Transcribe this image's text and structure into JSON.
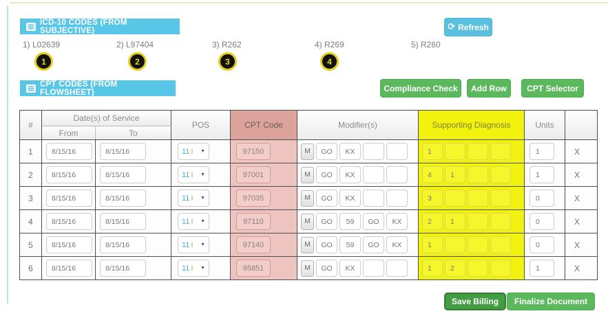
{
  "icd": {
    "header": "ICD-10 CODES (FROM SUBJECTIVE)",
    "refresh_label": "Refresh",
    "codes": [
      {
        "label": "1) L02639",
        "badge": "1"
      },
      {
        "label": "2) L97404",
        "badge": "2"
      },
      {
        "label": "3) R262",
        "badge": "3"
      },
      {
        "label": "4) R269",
        "badge": "4"
      },
      {
        "label": "5) R260",
        "badge": ""
      }
    ]
  },
  "cpt": {
    "header": "CPT CODES (FROM FLOWSHEET)",
    "compliance_label": "Compliance Check",
    "add_row_label": "Add Row",
    "selector_label": "CPT Selector"
  },
  "table": {
    "headers": {
      "num": "#",
      "dos": "Date(s) of Service",
      "from": "From",
      "to": "To",
      "pos": "POS",
      "cpt": "CPT Code",
      "modifiers": "Modifier(s)",
      "diagnosis": "Supporting Diagnosis",
      "units": "Units"
    },
    "m_button": "M",
    "rows": [
      {
        "num": "1",
        "from": "8/15/16",
        "to": "8/15/16",
        "pos": "11",
        "cpt": "97150",
        "modifiers": [
          "GO",
          "KX",
          "",
          ""
        ],
        "diagnosis": [
          "1",
          "",
          "",
          ""
        ],
        "units": "1",
        "delete": "X"
      },
      {
        "num": "2",
        "from": "8/15/16",
        "to": "8/15/16",
        "pos": "11",
        "cpt": "97001",
        "modifiers": [
          "GO",
          "KX",
          "",
          ""
        ],
        "diagnosis": [
          "4",
          "1",
          "",
          ""
        ],
        "units": "1",
        "delete": "X"
      },
      {
        "num": "3",
        "from": "8/15/16",
        "to": "8/15/16",
        "pos": "11",
        "cpt": "97035",
        "modifiers": [
          "GO",
          "KX",
          "",
          ""
        ],
        "diagnosis": [
          "3",
          "",
          "",
          ""
        ],
        "units": "0",
        "delete": "X"
      },
      {
        "num": "4",
        "from": "8/15/16",
        "to": "8/15/16",
        "pos": "11",
        "cpt": "97110",
        "modifiers": [
          "GO",
          "59",
          "GO",
          "KX"
        ],
        "diagnosis": [
          "2",
          "1",
          "",
          ""
        ],
        "units": "0",
        "delete": "X"
      },
      {
        "num": "5",
        "from": "8/15/16",
        "to": "8/15/16",
        "pos": "11",
        "cpt": "97140",
        "modifiers": [
          "GO",
          "59",
          "GO",
          "KX"
        ],
        "diagnosis": [
          "1",
          "",
          "",
          ""
        ],
        "units": "0",
        "delete": "X"
      },
      {
        "num": "6",
        "from": "8/15/16",
        "to": "8/15/16",
        "pos": "11",
        "cpt": "95851",
        "modifiers": [
          "GO",
          "KX",
          "",
          ""
        ],
        "diagnosis": [
          "1",
          "2",
          "",
          ""
        ],
        "units": "1",
        "delete": "X"
      }
    ]
  },
  "footer": {
    "save_label": "Save Billing",
    "finalize_label": "Finalize Document"
  },
  "colors": {
    "accent_blue": "#5bc0de",
    "accent_green": "#5cb85c",
    "dark_green": "#449d44",
    "highlight_yellow": "#f2f211",
    "highlight_pink": "#dca39d",
    "badge_yellow": "#e8d818"
  }
}
